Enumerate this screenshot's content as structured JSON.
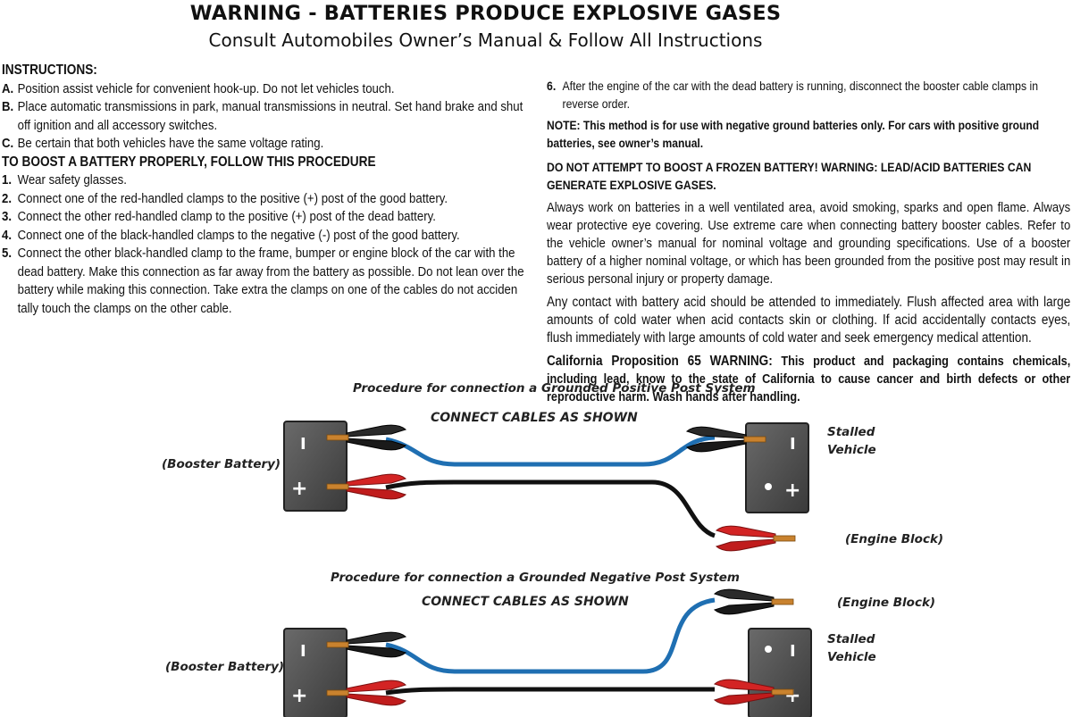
{
  "header": {
    "title": "WARNING - BATTERIES PRODUCE EXPLOSIVE GASES",
    "subtitle": "Consult Automobiles Owner’s Manual & Follow All Instructions"
  },
  "instructions": {
    "heading": "INSTRUCTIONS:",
    "items": [
      {
        "marker": "A.",
        "text": "Position assist vehicle for convenient hook-up. Do not let vehicles touch."
      },
      {
        "marker": "B.",
        "text": "Place automatic transmissions in park, manual transmissions in neutral. Set hand brake and shut off ignition and all accessory switches."
      },
      {
        "marker": "C.",
        "text": "Be certain that both vehicles have the same voltage rating."
      }
    ]
  },
  "procedure": {
    "heading": "TO BOOST A BATTERY PROPERLY, FOLLOW THIS PROCEDURE",
    "steps": [
      {
        "marker": "1.",
        "text": "Wear safety glasses."
      },
      {
        "marker": "2.",
        "text": "Connect one of the red-handled clamps to the positive (+) post of the good battery."
      },
      {
        "marker": "3.",
        "text": "Connect the other red-handled clamp to the positive (+) post of the dead battery."
      },
      {
        "marker": "4.",
        "text": "Connect one of the black-handled clamps to the negative (-) post of the good battery."
      },
      {
        "marker": "5.",
        "text": "Connect the other black-handled clamp to the frame, bumper or engine block of the car with the dead battery. Make this connection as far away from the battery as possible. Do not lean over the battery while making this connection. Take extra the clamps on one of the cables do not acciden tally touch the clamps on the other cable."
      }
    ]
  },
  "right": {
    "step6_marker": "6.",
    "step6_text": "After the engine of the car with the dead battery is running, disconnect the booster cable clamps in reverse order.",
    "note": "NOTE: This method is for use with negative ground batteries only. For cars with positive ground batteries, see owner’s manual.",
    "warning": "DO NOT ATTEMPT TO BOOST A FROZEN BATTERY! WARNING: LEAD/ACID BATTERIES CAN GENERATE EXPLOSIVE GASES.",
    "para1": "Always work on batteries in a well ventilated area, avoid smoking, sparks and open flame. Always wear protective eye covering. Use extreme care when connecting battery booster cables. Refer to the vehicle owner’s manual for nominal voltage and grounding specifications. Use of a booster battery of a higher nominal voltage, or which has been grounded from the positive post may result in serious personal injury or property damage.",
    "para2": "Any contact with battery acid should be attended to immediately. Flush affected area with large amounts of cold water when acid contacts skin or clothing. If acid accidentally contacts eyes, flush immediately with large amounts of cold water and seek emergency medical attention.",
    "prop_lead": "California Proposition 65 WARNING:",
    "prop_text": "This product and packaging contains chemicals, including lead, know to the state of California to cause cancer and birth defects or other reproductive harm. Wash hands after handling."
  },
  "diagram_positive": {
    "caption": "Procedure for connection a Grounded Positive Post System",
    "instruction": "CONNECT CABLES AS SHOWN",
    "booster_label": "(Booster Battery)",
    "stalled_label_1": "Stalled",
    "stalled_label_2": "Vehicle",
    "engine_label": "(Engine Block)",
    "minus": "I",
    "plus": "+"
  },
  "diagram_negative": {
    "caption": "Procedure for connection a Grounded Negative Post System",
    "instruction": "CONNECT CABLES AS SHOWN",
    "booster_label": "(Booster Battery)",
    "stalled_label_1": "Stalled",
    "stalled_label_2": "Vehicle",
    "engine_label": "(Engine Block)",
    "minus": "I",
    "plus": "+"
  },
  "colors": {
    "battery": "#4a4a4a",
    "blue_cable": "#1f6fb2",
    "black_cable": "#111111",
    "red_clamp": "#d32424",
    "black_clamp": "#222222",
    "copper": "#c9822e"
  }
}
